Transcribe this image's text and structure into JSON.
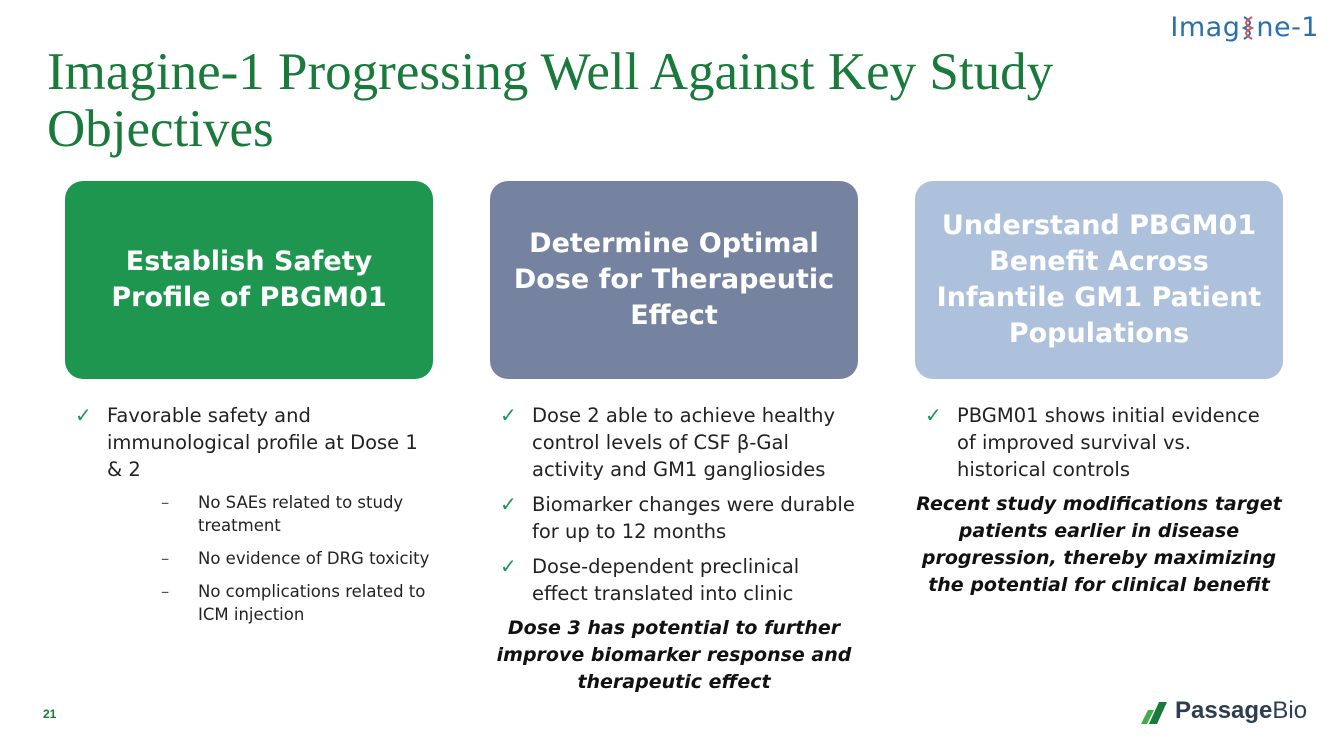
{
  "logo_top": {
    "text_before": "Imag",
    "text_after": "ne-1",
    "icon": "dna-icon"
  },
  "title": "Imagine-1 Progressing Well Against Key Study Objectives",
  "objectives": [
    {
      "heading": "Establish Safety Profile of PBGM01",
      "color": "#1e9650",
      "bullets": [
        {
          "text": "Favorable safety and immunological profile at Dose 1 & 2",
          "sub": [
            "No SAEs related to study treatment",
            "No evidence of DRG toxicity",
            "No complications related to ICM injection"
          ]
        }
      ],
      "emphasis": ""
    },
    {
      "heading": "Determine Optimal Dose for Therapeutic Effect",
      "color": "#7683a0",
      "bullets": [
        {
          "text": "Dose 2 able to achieve healthy control levels of CSF β-Gal activity and GM1 gangliosides"
        },
        {
          "text": "Biomarker changes were durable for up to 12 months"
        },
        {
          "text": "Dose-dependent preclinical effect translated into clinic"
        }
      ],
      "emphasis": "Dose 3 has potential to further improve biomarker response and therapeutic effect"
    },
    {
      "heading": "Understand PBGM01 Benefit Across Infantile GM1 Patient Populations",
      "color": "#aec1dc",
      "bullets": [
        {
          "text": "PBGM01 shows initial evidence of improved survival vs. historical controls"
        }
      ],
      "emphasis": "Recent study modifications target patients earlier in disease progression, thereby maximizing the potential for clinical benefit"
    }
  ],
  "icons": {
    "check": "✓",
    "dash": "–"
  },
  "footer": {
    "page_number": "21",
    "brand_bold": "Passage",
    "brand_light": "Bio",
    "brand_icon": "passage-bio-mark-icon"
  },
  "colors": {
    "title_green": "#1a7a3c",
    "logo_blue": "#2a6fae"
  }
}
